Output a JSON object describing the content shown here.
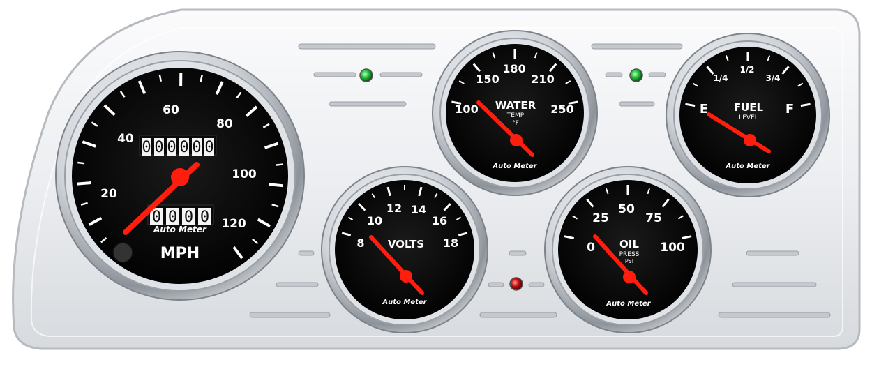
{
  "colors": {
    "panel": "#e9ebee",
    "gauge_face": "#050505",
    "needle": "#ff1e0e",
    "indicator_green": "#22c03a",
    "indicator_red": "#c01010"
  },
  "speedometer": {
    "ticks": [
      "20",
      "40",
      "60",
      "80",
      "100",
      "120"
    ],
    "unit": "MPH",
    "brand": "Auto Meter",
    "odometer": [
      "0",
      "0",
      "0",
      "0",
      "0",
      "0"
    ],
    "trip": [
      "0",
      "0",
      "0",
      "0"
    ],
    "reading_mph": 0
  },
  "water": {
    "ticks": [
      "100",
      "150",
      "180",
      "210",
      "250"
    ],
    "title": "WATER",
    "sub": "TEMP",
    "unit": "°F",
    "brand": "Auto Meter",
    "reading": 100
  },
  "fuel": {
    "ticks": [
      "E",
      "1/4",
      "1/2",
      "3/4",
      "F"
    ],
    "title": "FUEL",
    "sub": "LEVEL",
    "brand": "Auto Meter",
    "reading": "E"
  },
  "volts": {
    "ticks": [
      "8",
      "10",
      "12",
      "14",
      "16",
      "18"
    ],
    "title": "VOLTS",
    "brand": "Auto Meter",
    "reading": 8
  },
  "oil": {
    "ticks": [
      "0",
      "25",
      "50",
      "75",
      "100"
    ],
    "title": "OIL",
    "sub": "PRESS",
    "unit": "PSI",
    "brand": "Auto Meter",
    "reading": 0
  }
}
